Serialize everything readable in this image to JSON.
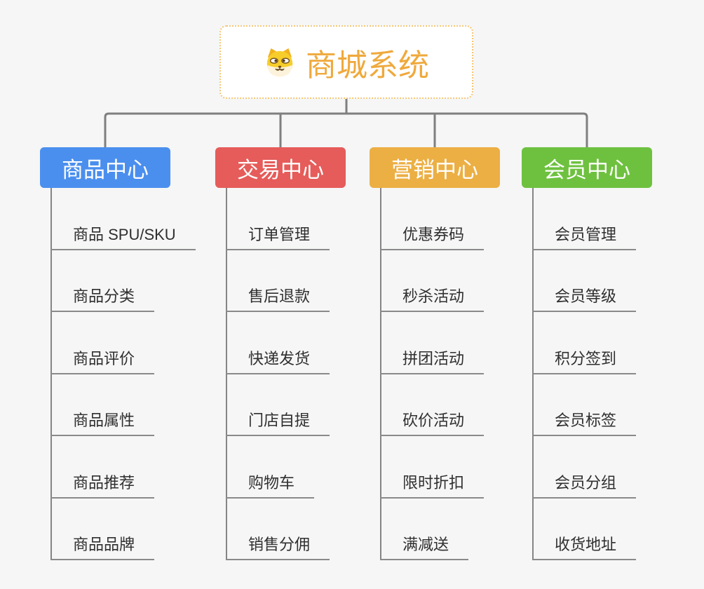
{
  "root": {
    "title": "商城系统",
    "icon": "shiba-dog-icon"
  },
  "branches": [
    {
      "label": "商品中心",
      "color": "#4b8fee",
      "children": [
        "商品 SPU/SKU",
        "商品分类",
        "商品评价",
        "商品属性",
        "商品推荐",
        "商品品牌"
      ]
    },
    {
      "label": "交易中心",
      "color": "#e55c5a",
      "children": [
        "订单管理",
        "售后退款",
        "快递发货",
        "门店自提",
        "购物车",
        "销售分佣"
      ]
    },
    {
      "label": "营销中心",
      "color": "#ecaf44",
      "children": [
        "优惠券码",
        "秒杀活动",
        "拼团活动",
        "砍价活动",
        "限时折扣",
        "满减送"
      ]
    },
    {
      "label": "会员中心",
      "color": "#6ec13f",
      "children": [
        "会员管理",
        "会员等级",
        "积分签到",
        "会员标签",
        "会员分组",
        "收货地址"
      ]
    }
  ],
  "colors": {
    "background": "#f5f6f5",
    "connector": "#7f7f7f",
    "underline": "#8a8a8a",
    "leaf_text": "#2f2f2f",
    "root_text": "#efa93c",
    "root_border": "#f5c675"
  }
}
